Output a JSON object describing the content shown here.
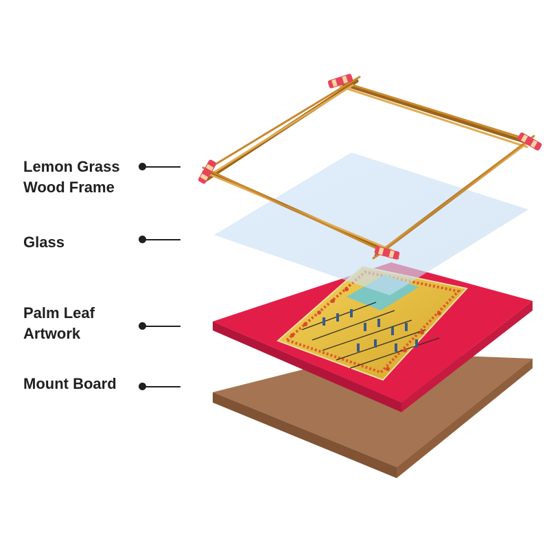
{
  "labels": {
    "frame": {
      "line1": "Lemon Grass",
      "line2": "Wood Frame"
    },
    "glass": {
      "line1": "Glass"
    },
    "artwork": {
      "line1": "Palm Leaf",
      "line2": "Artwork"
    },
    "mount": {
      "line1": "Mount Board"
    }
  },
  "colors": {
    "frame_wood": "#c8882c",
    "frame_highlight": "#e8b458",
    "glass": "#cfe3f6",
    "artwork_red": "#e21e48",
    "mount_brown": "#a57452",
    "label_text": "#1f1f1f"
  }
}
